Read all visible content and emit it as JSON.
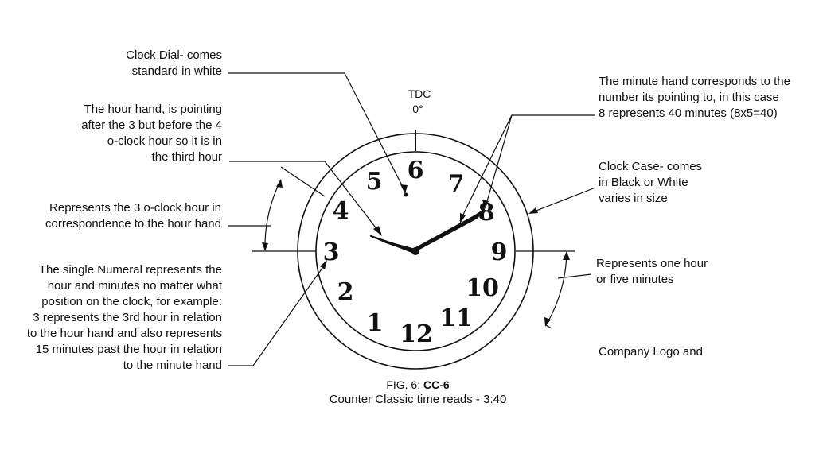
{
  "dial": {
    "tdc_label": "TDC",
    "tdc_degrees": "0°",
    "numerals": [
      {
        "text": "6",
        "name": "numeral-6"
      },
      {
        "text": "7",
        "name": "numeral-7"
      },
      {
        "text": "8",
        "name": "numeral-8"
      },
      {
        "text": "9",
        "name": "numeral-9"
      },
      {
        "text": "10",
        "name": "numeral-10"
      },
      {
        "text": "11",
        "name": "numeral-11"
      },
      {
        "text": "12",
        "name": "numeral-12"
      },
      {
        "text": "1",
        "name": "numeral-1"
      },
      {
        "text": "2",
        "name": "numeral-2"
      },
      {
        "text": "3",
        "name": "numeral-3"
      },
      {
        "text": "4",
        "name": "numeral-4"
      },
      {
        "text": "5",
        "name": "numeral-5"
      }
    ],
    "time_shown": "3:40"
  },
  "annotations": {
    "clock_dial": "Clock Dial- comes\nstandard in white",
    "hour_hand": "The hour hand, is pointing\nafter the 3 but before the 4\no-clock hour so it is in\nthe third hour",
    "three_oclock": "Represents the 3 o-clock hour in\ncorrespondence to the hour hand",
    "single_numeral": "The single Numeral represents the\nhour and minutes no matter what\nposition on the clock, for example:\n3 represents the 3rd hour in relation\nto the hour hand and also represents\n15 minutes past the hour in relation\nto the minute hand",
    "minute_hand": "The minute hand corresponds to the\nnumber its pointing to, in this case\n8 represents 40 minutes (8x5=40)",
    "clock_case": "Clock Case- comes\nin Black or White\nvaries in size",
    "one_hour": "Represents one hour\nor five minutes",
    "company_logo": "Company Logo and"
  },
  "caption": {
    "fig_prefix": "FIG. 6: ",
    "fig_id": "CC-6",
    "line2": "Counter Classic time reads -  3:40"
  }
}
